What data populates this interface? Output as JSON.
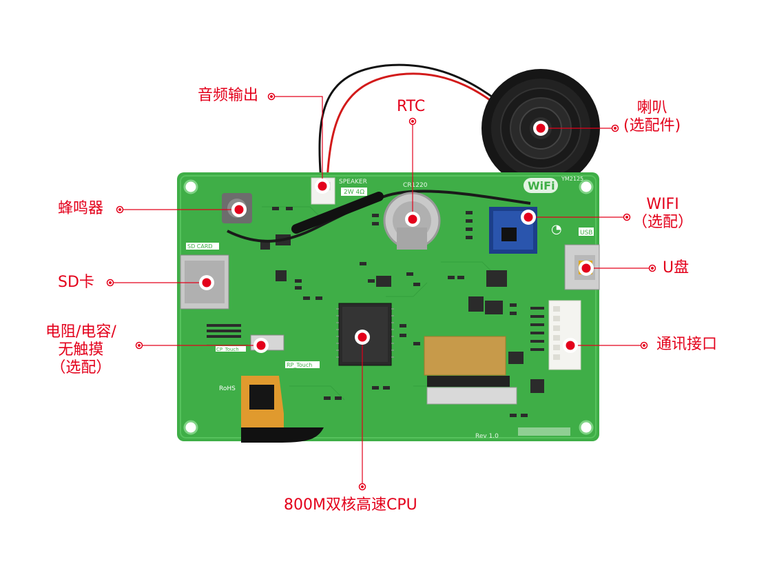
{
  "accent_color": "#e3001b",
  "board_color": "#3fae47",
  "callouts": {
    "audio_out": "音频输出",
    "rtc": "RTC",
    "speaker": [
      "喇叭",
      "(选配件)"
    ],
    "buzzer": "蜂鸣器",
    "wifi": [
      "WIFI",
      "（选配）"
    ],
    "sd_card": "SD卡",
    "usb_disk": "U盘",
    "touch": [
      "电阻/电容/",
      "无触摸",
      "（选配）"
    ],
    "comm_port": "通讯接口",
    "cpu": "800M双核高速CPU"
  },
  "silkscreen": {
    "speaker_label": "SPEAKER",
    "speaker_rating": "2W 4Ω",
    "battery": "CR1220",
    "wifi_logo": "WiFi",
    "model": "YM2125",
    "sd_card": "SD CARD",
    "usb": "USB",
    "cp_touch": "CP_Touch",
    "rp_touch": "RP_Touch",
    "rohs": "RoHS",
    "revision": "Rev 1.0"
  }
}
